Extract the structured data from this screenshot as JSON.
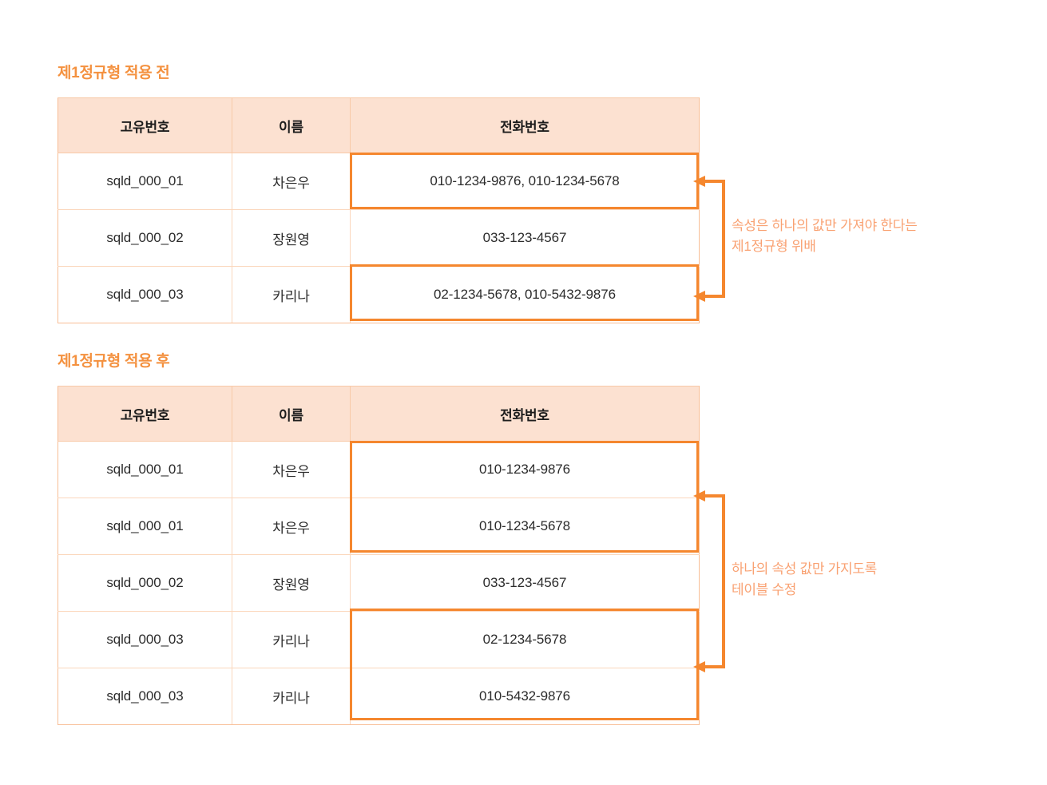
{
  "page": {
    "background": "#ffffff",
    "accent_orange": "#F4913F",
    "highlight_orange": "#F5872E",
    "note_orange": "#F9A273",
    "header_fill": "#FCE1D1",
    "grid_line": "#FBD7BC"
  },
  "sections": {
    "before": {
      "title": "제1정규형 적용 전",
      "table": {
        "headers": [
          "고유번호",
          "이름",
          "전화번호"
        ],
        "rows": [
          [
            "sqld_000_01",
            "차은우",
            "010-1234-9876, 010-1234-5678"
          ],
          [
            "sqld_000_02",
            "장원영",
            "033-123-4567"
          ],
          [
            "sqld_000_03",
            "카리나",
            "02-1234-5678, 010-5432-9876"
          ]
        ]
      },
      "annotation": "속성은 하나의 값만 가져야 한다는\n제1정규형 위배"
    },
    "after": {
      "title": "제1정규형 적용 후",
      "table": {
        "headers": [
          "고유번호",
          "이름",
          "전화번호"
        ],
        "rows": [
          [
            "sqld_000_01",
            "차은우",
            "010-1234-9876"
          ],
          [
            "sqld_000_01",
            "차은우",
            "010-1234-5678"
          ],
          [
            "sqld_000_02",
            "장원영",
            "033-123-4567"
          ],
          [
            "sqld_000_03",
            "카리나",
            "02-1234-5678"
          ],
          [
            "sqld_000_03",
            "카리나",
            "010-5432-9876"
          ]
        ]
      },
      "annotation": "하나의 속성 값만 가지도록\n테이블 수정"
    }
  }
}
